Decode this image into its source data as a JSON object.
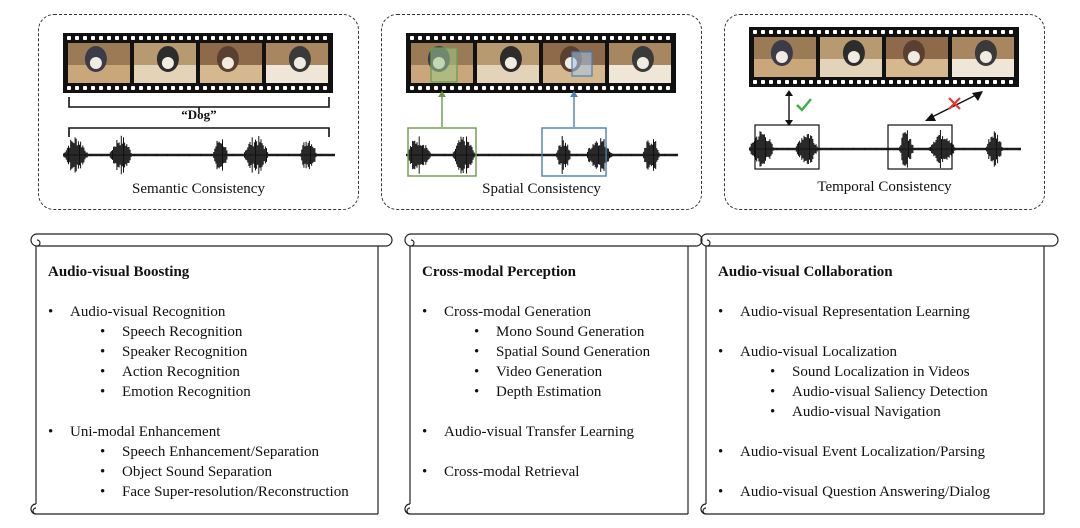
{
  "top_panels": [
    {
      "caption": "Semantic Consistency",
      "label": "“Dog”"
    },
    {
      "caption": "Spatial Consistency"
    },
    {
      "caption": "Temporal Consistency"
    }
  ],
  "scrolls": [
    {
      "title": "Audio-visual Boosting",
      "items": [
        {
          "label": "Audio-visual Recognition",
          "subitems": [
            "Speech Recognition",
            "Speaker Recognition",
            "Action Recognition",
            "Emotion Recognition"
          ]
        },
        {
          "label": "Uni-modal Enhancement",
          "subitems": [
            "Speech Enhancement/Separation",
            "Object Sound Separation",
            "Face Super-resolution/Reconstruction"
          ]
        }
      ]
    },
    {
      "title": "Cross-modal Perception",
      "items": [
        {
          "label": "Cross-modal Generation",
          "subitems": [
            "Mono Sound Generation",
            "Spatial Sound Generation",
            "Video Generation",
            "Depth Estimation"
          ]
        },
        {
          "label": "Audio-visual Transfer Learning",
          "subitems": []
        },
        {
          "label": "Cross-modal Retrieval",
          "subitems": []
        }
      ]
    },
    {
      "title": "Audio-visual Collaboration",
      "items": [
        {
          "label": "Audio-visual Representation Learning",
          "subitems": []
        },
        {
          "label": "Audio-visual Localization",
          "subitems": [
            "Sound Localization in Videos",
            "Audio-visual Saliency Detection",
            "Audio-visual Navigation"
          ]
        },
        {
          "label": "Audio-visual Event Localization/Parsing",
          "subitems": []
        },
        {
          "label": "Audio-visual Question Answering/Dialog",
          "subitems": []
        }
      ]
    }
  ],
  "colors": {
    "green": "#6a9a4a",
    "blue": "#4a7fb8",
    "check": "#3cb043",
    "cross": "#e53935"
  }
}
